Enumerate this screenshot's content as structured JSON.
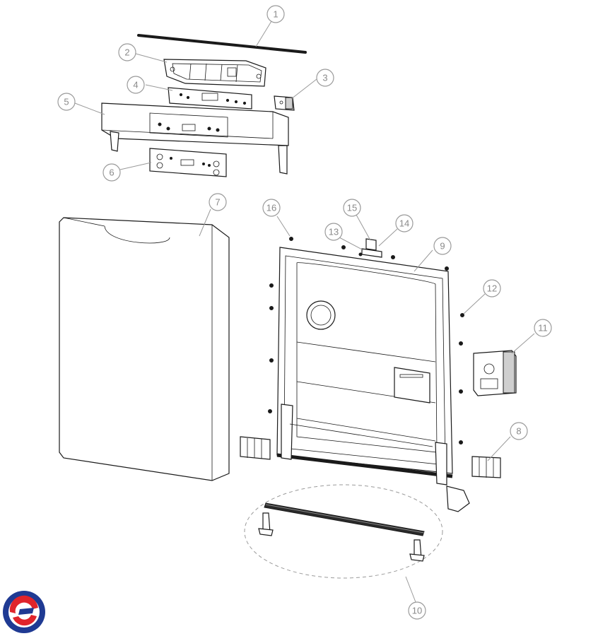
{
  "diagram": {
    "callouts": [
      {
        "id": "callout-1",
        "label": "1"
      },
      {
        "id": "callout-2",
        "label": "2"
      },
      {
        "id": "callout-3",
        "label": "3"
      },
      {
        "id": "callout-4",
        "label": "4"
      },
      {
        "id": "callout-5",
        "label": "5"
      },
      {
        "id": "callout-6",
        "label": "6"
      },
      {
        "id": "callout-7",
        "label": "7"
      },
      {
        "id": "callout-8",
        "label": "8"
      },
      {
        "id": "callout-9",
        "label": "9"
      },
      {
        "id": "callout-10",
        "label": "10"
      },
      {
        "id": "callout-11",
        "label": "11"
      },
      {
        "id": "callout-12",
        "label": "12"
      },
      {
        "id": "callout-13",
        "label": "13"
      },
      {
        "id": "callout-14",
        "label": "14"
      },
      {
        "id": "callout-15",
        "label": "15"
      },
      {
        "id": "callout-16",
        "label": "16"
      }
    ],
    "logo": {
      "icon": "brand-swirl-logo",
      "colors": [
        "#1f3a93",
        "#e0242b"
      ]
    }
  }
}
